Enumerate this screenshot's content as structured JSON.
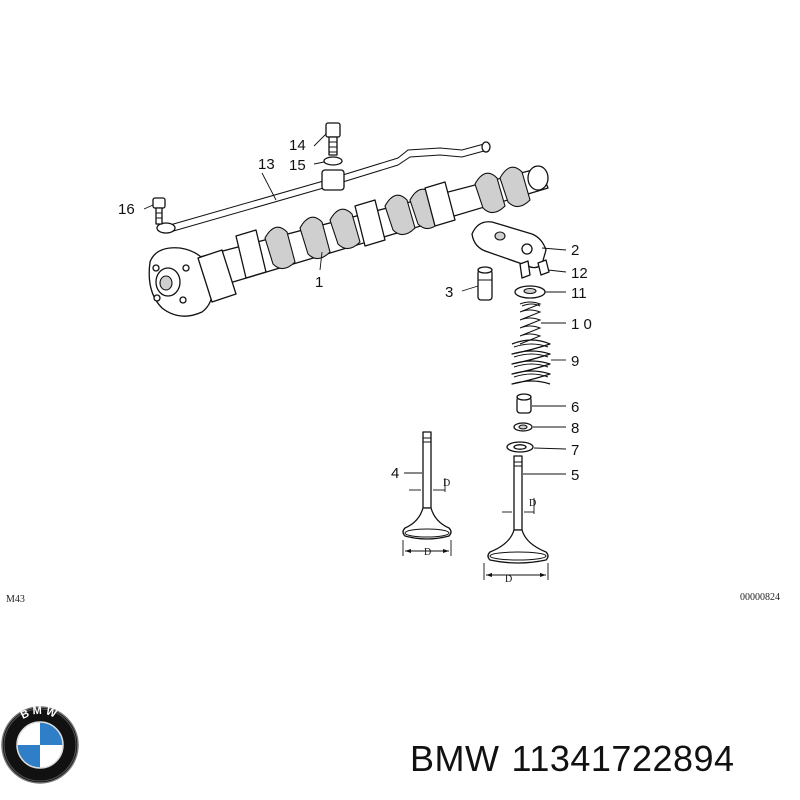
{
  "diagram": {
    "callouts": {
      "c1": "1",
      "c2": "2",
      "c3": "3",
      "c4": "4",
      "c5": "5",
      "c6": "6",
      "c7": "7",
      "c8": "8",
      "c9": "9",
      "c10": "1 0",
      "c11": "11",
      "c12": "12",
      "c13": "13",
      "c14": "14",
      "c15": "15",
      "c16": "16"
    },
    "dimension_label": "D",
    "engine_code": "M43",
    "drawing_number": "00000824"
  },
  "brand": {
    "logo_text": "BMW",
    "name": "BMW",
    "part_number": "11341722894",
    "colors": {
      "blue": "#2f7fc8",
      "black": "#111111",
      "white": "#ffffff"
    }
  }
}
